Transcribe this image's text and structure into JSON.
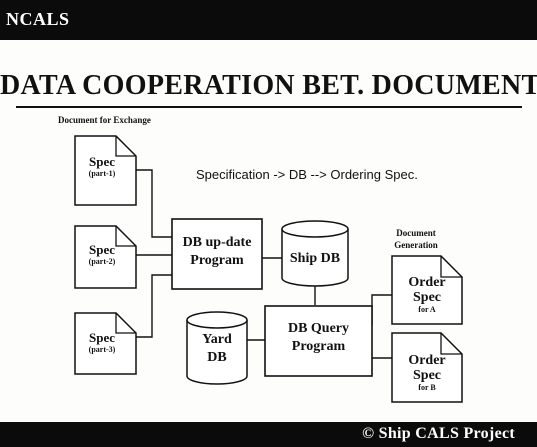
{
  "header": {
    "brand": "NCALS"
  },
  "title": "DATA  COOPERATION BET. DOCUMENTS",
  "doc_for_exchange_label": "Document for Exchange",
  "flow_caption": "Specification  ->  DB  -->  Ordering Spec.",
  "documents": [
    {
      "title": "Spec",
      "part": "(part-1)"
    },
    {
      "title": "Spec",
      "part": "(part-2)"
    },
    {
      "title": "Spec",
      "part": "(part-3)"
    }
  ],
  "db_update_program": {
    "line1": "DB up-date",
    "line2": "Program"
  },
  "ship_db": "Ship DB",
  "yard_db": {
    "line1": "Yard",
    "line2": "DB"
  },
  "db_query_program": {
    "line1": "DB Query",
    "line2": "Program"
  },
  "doc_generation_label": {
    "line1": "Document",
    "line2": "Generation"
  },
  "orders": [
    {
      "line1": "Order",
      "line2": "Spec",
      "for": "for A"
    },
    {
      "line1": "Order",
      "line2": "Spec",
      "for": "for B"
    }
  ],
  "footer": "© Ship CALS  Project"
}
